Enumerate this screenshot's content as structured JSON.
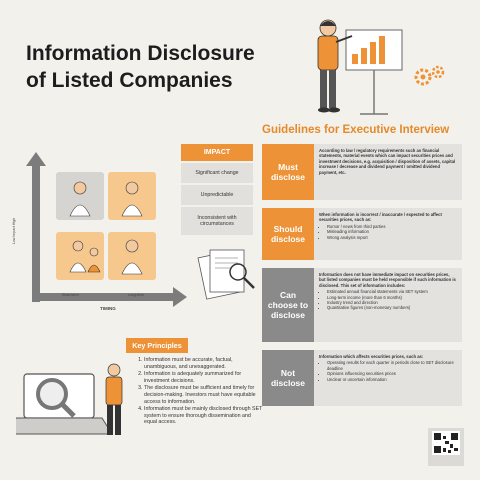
{
  "title": {
    "line1": "Information Disclosure",
    "line2": "of Listed Companies"
  },
  "guidelines": {
    "heading": "Guidelines for Executive Interview",
    "rows": [
      {
        "label": "Must disclose",
        "color": "#ed9236",
        "desc": "According to law / regulatory requirements such as financial statements, material events which can impact securities prices and investment decisions, e.g. acquisition / disposition of assets, capital increase / decrease and dividend payment / omitted dividend payment, etc.",
        "bullets": []
      },
      {
        "label": "Should disclose",
        "color": "#ed9236",
        "desc": "When information is incorrect / inaccurate / expected to affect securities prices, such as:",
        "bullets": [
          "Rumor / news from third parties",
          "Misleading information",
          "Wrong analysis report"
        ]
      },
      {
        "label": "Can choose to disclose",
        "color": "#8a8a8a",
        "desc": "Information does not have immediate impact on securities prices, but listed companies must be held responsible if such information is disclosed. This set of information includes:",
        "bullets": [
          "Estimated annual financial statements via SET system",
          "Long-term income (more than 6 months)",
          "Industry trend and direction",
          "Quantitative figures (non-monetary numbers)"
        ]
      },
      {
        "label": "Not disclose",
        "color": "#8a8a8a",
        "desc": "Information which affects securities prices, such as:",
        "bullets": [
          "Operating results for each quarter in periods close to SET disclosure deadline",
          "Opinions influencing securities prices",
          "Unclear or uncertain information"
        ]
      }
    ]
  },
  "impact": {
    "heading": "IMPACT",
    "items": [
      "Significant change",
      "Unpredictable",
      "Inconsistent with circumstances"
    ]
  },
  "matrix": {
    "y_label": "Low   Impact   High",
    "x_label": "TIMING",
    "x_short": "Short-term",
    "x_long": "Long-term"
  },
  "key_principles": {
    "heading": "Key Principles",
    "items": [
      "Information must be accurate, factual, unambiguous, and unexaggerated.",
      "Information is adequately summarized for investment decisions.",
      "The disclosure must be sufficient and timely for decision-making. Investors must have equitable access to information.",
      "Information must be mainly disclosed through SET system to ensure thorough dissemination and equal access."
    ]
  },
  "colors": {
    "orange": "#ed9236",
    "grey": "#8a8a8a",
    "panel": "#e4e2de",
    "background": "#f3f1ec"
  }
}
